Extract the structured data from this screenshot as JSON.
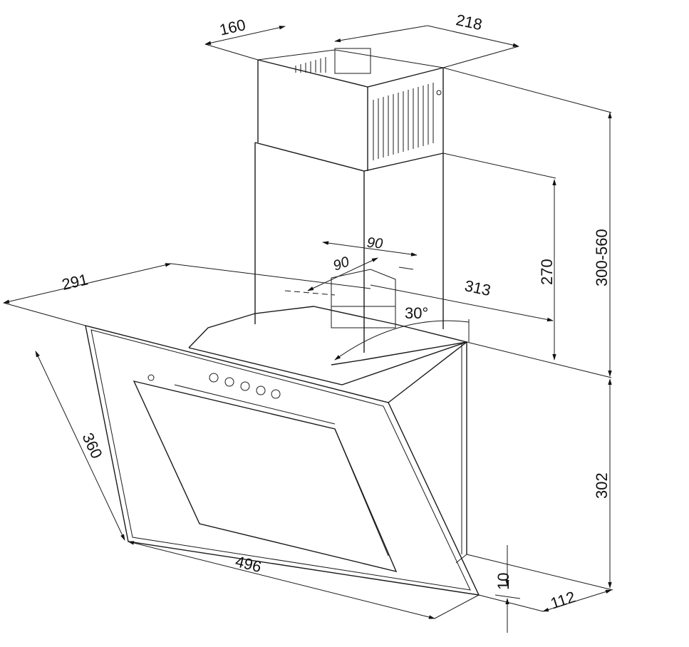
{
  "dimensions": {
    "chimney_depth": "160",
    "chimney_width": "218",
    "chimney_height_range": "300-560",
    "lower_chimney_height": "270",
    "outlet_90_a": "90",
    "outlet_90_b": "90",
    "hood_depth": "291",
    "top_width": "313",
    "angle": "30°",
    "glass_height": "360",
    "hood_width": "496",
    "body_height": "302",
    "bottom_thickness": "10",
    "bottom_depth": "112"
  }
}
